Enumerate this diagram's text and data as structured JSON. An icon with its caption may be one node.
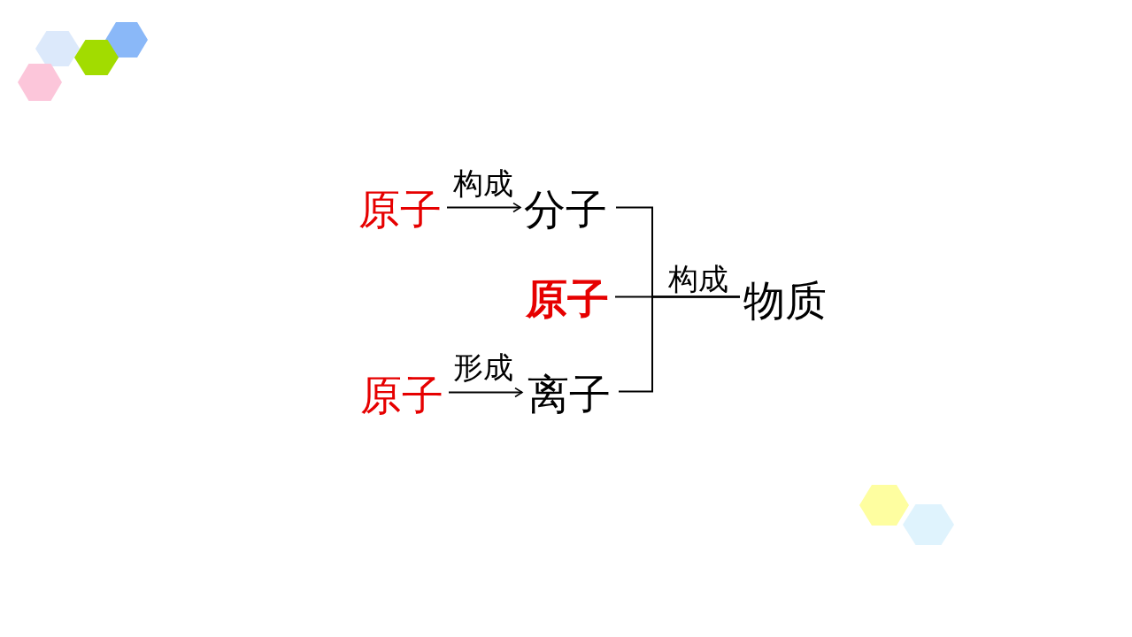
{
  "diagram": {
    "nodes": [
      {
        "text": [
          "原子"
        ]
      },
      {
        "text": [
          "分子"
        ]
      },
      {
        "text": [
          "原子"
        ]
      },
      {
        "text": [
          "物质"
        ]
      },
      {
        "text": [
          "原子"
        ]
      },
      {
        "text": [
          "离子"
        ]
      }
    ],
    "edges": [
      {
        "from": 0,
        "to": 1,
        "arrow": "to",
        "label": "构成"
      },
      {
        "from": 1,
        "to": 3,
        "arrow": "none"
      },
      {
        "from": 2,
        "to": 3,
        "arrow": "none",
        "label": "构成"
      },
      {
        "from": 5,
        "to": 3,
        "arrow": "none"
      },
      {
        "from": 4,
        "to": 5,
        "arrow": "to",
        "label": "形成"
      }
    ]
  }
}
